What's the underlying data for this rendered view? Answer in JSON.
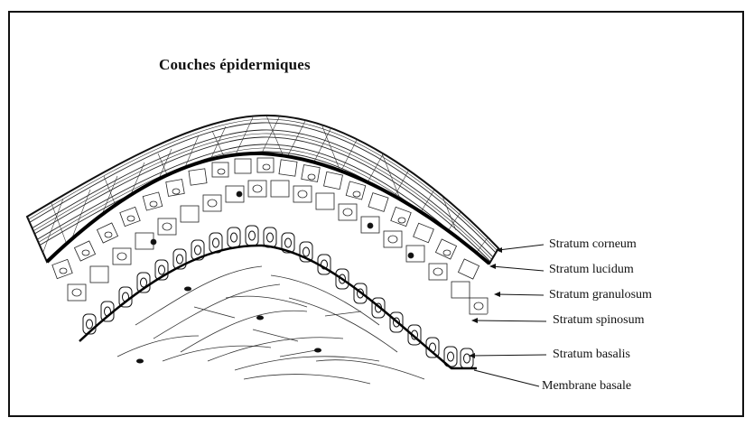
{
  "title": "Couches épidermiques",
  "labels": {
    "corneum": "Stratum corneum",
    "lucidum": "Stratum lucidum",
    "granulosum": "Stratum granulosum",
    "spinosum": "Stratum spinosum",
    "basalis": "Stratum basalis",
    "membrane": "Membrane basale"
  }
}
